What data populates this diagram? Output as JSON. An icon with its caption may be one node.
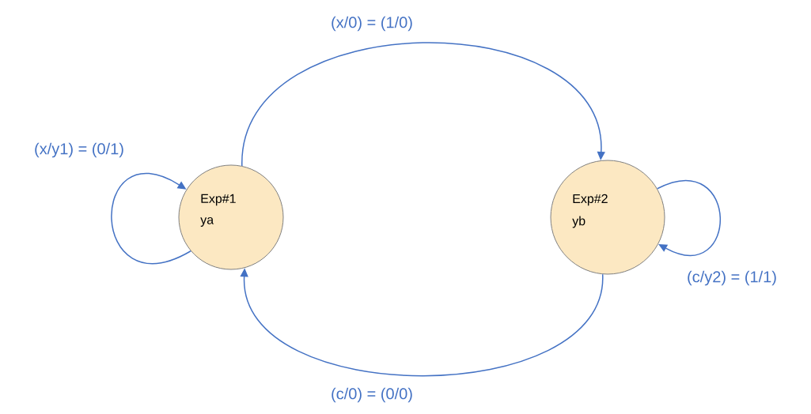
{
  "diagram": {
    "nodes": [
      {
        "text": [
          "Exp#1",
          "ya"
        ]
      },
      {
        "text": [
          "Exp#2",
          "yb"
        ]
      }
    ],
    "edges": [
      {
        "from": 0,
        "to": 0,
        "arrow": "to",
        "label": "(x/y1) = (0/1)"
      },
      {
        "from": 0,
        "to": 1,
        "arrow": "to",
        "label": "(x/0) = (1/0)"
      },
      {
        "from": 1,
        "to": 1,
        "arrow": "to",
        "label": "(c/y2) = (1/1)"
      },
      {
        "from": 1,
        "to": 0,
        "arrow": "to",
        "label": "(c/0) = (0/0)"
      }
    ]
  }
}
